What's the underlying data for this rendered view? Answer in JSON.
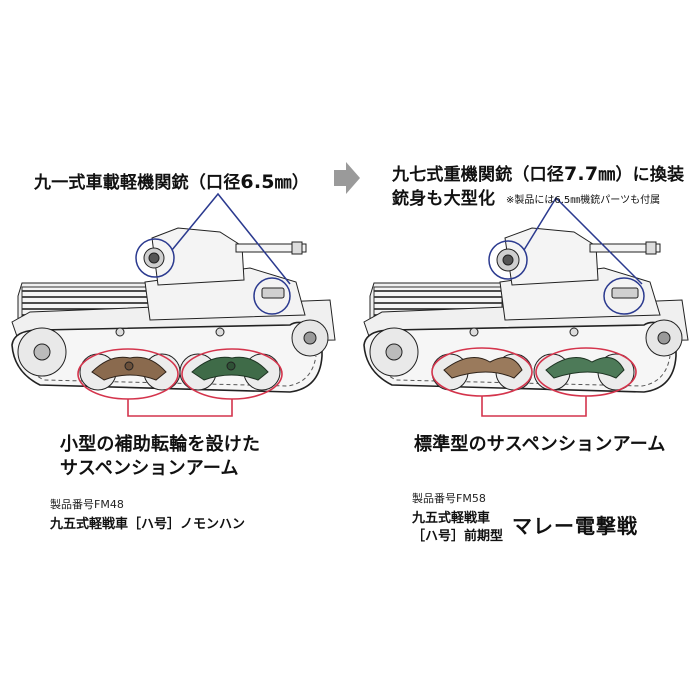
{
  "left": {
    "gun_caption_main": "九一式車載軽機関銃（口径",
    "gun_caption_value": "6.5",
    "gun_caption_unit": "㎜）",
    "suspension_caption_line1": "小型の補助転輪を設けた",
    "suspension_caption_line2": "サスペンションアーム",
    "product_number": "製品番号FM48",
    "product_name": "九五式軽戦車［ハ号］ノモンハン"
  },
  "right": {
    "gun_caption_main": "九七式重機関銃（口径",
    "gun_caption_value": "7.7",
    "gun_caption_unit": "㎜）に換装",
    "gun_caption_line2": "銃身も大型化",
    "note": "※製品には6.5㎜機銃パーツも付属",
    "suspension_caption": "標準型のサスペンションアーム",
    "product_number": "製品番号FM58",
    "product_name_line1": "九五式軽戦車",
    "product_name_line2": "［ハ号］前期型",
    "product_name_big": "マレー電撃戦"
  },
  "colors": {
    "highlight_circle": "#2b3a8f",
    "suspension_callout": "#d4344c",
    "left_arm_brown": "#8a6a4e",
    "left_arm_green": "#3f6b48",
    "right_arm_brown": "#9a7a5c",
    "right_arm_green": "#4d7a58",
    "arrow_gray": "#9a9a9a"
  }
}
